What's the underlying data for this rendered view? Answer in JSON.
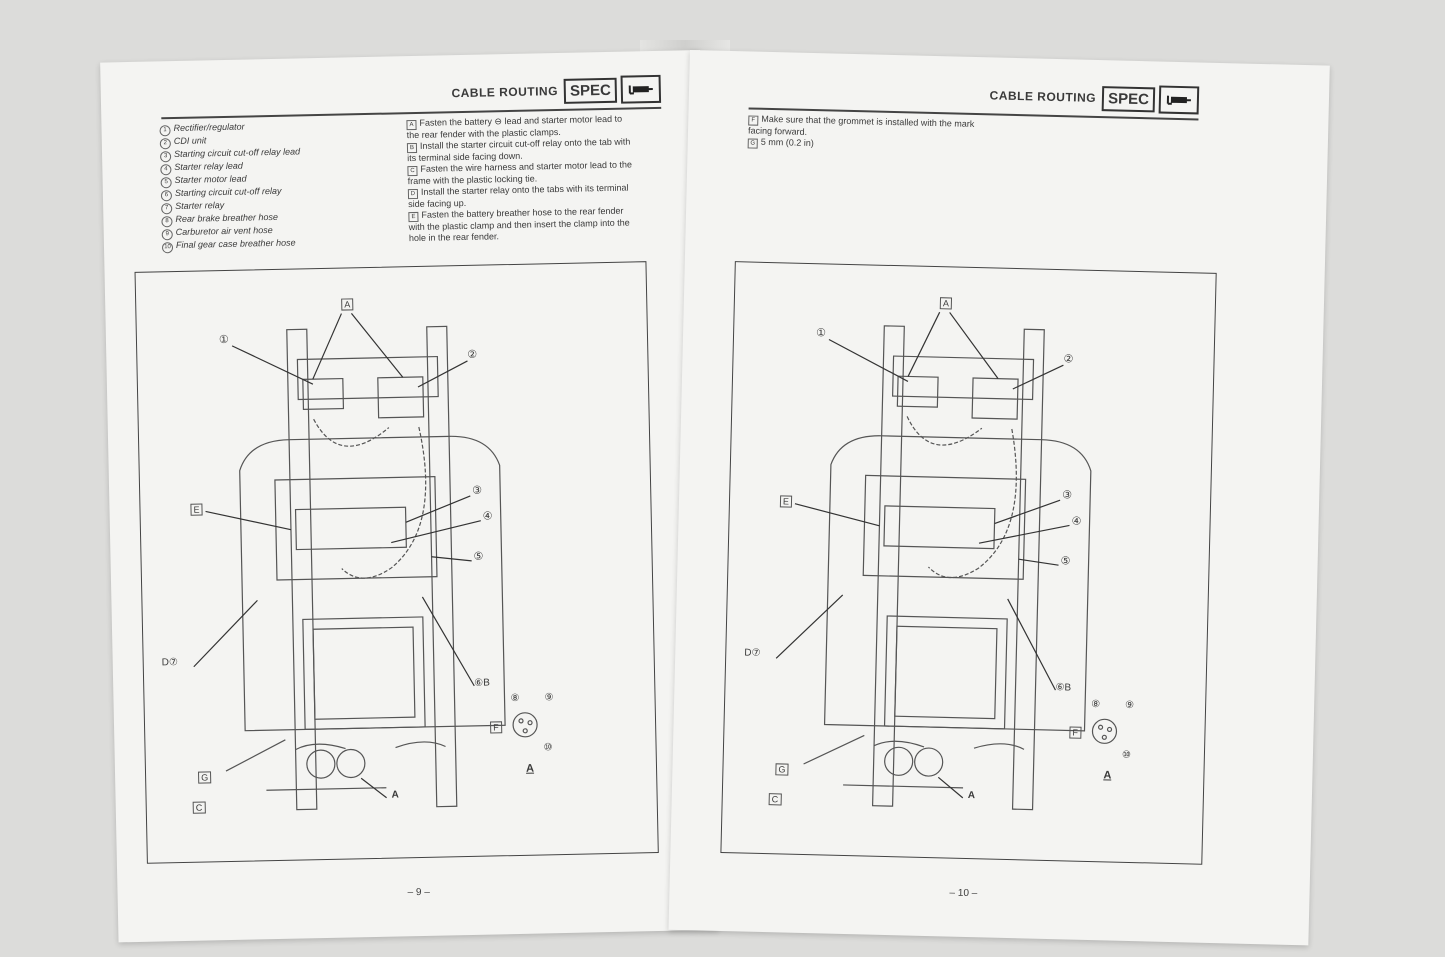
{
  "left_page": {
    "header_title": "CABLE ROUTING",
    "spec_label": "SPEC",
    "legend": [
      {
        "num": "1",
        "text": "Rectifier/regulator"
      },
      {
        "num": "2",
        "text": "CDI unit"
      },
      {
        "num": "3",
        "text": "Starting circuit cut-off relay lead"
      },
      {
        "num": "4",
        "text": "Starter relay lead"
      },
      {
        "num": "5",
        "text": "Starter motor lead"
      },
      {
        "num": "6",
        "text": "Starting circuit cut-off relay"
      },
      {
        "num": "7",
        "text": "Starter relay"
      },
      {
        "num": "8",
        "text": "Rear brake breather hose"
      },
      {
        "num": "9",
        "text": "Carburetor air vent hose"
      },
      {
        "num": "10",
        "text": "Final gear case breather hose"
      }
    ],
    "notes": [
      {
        "tag": "A",
        "text": "Fasten the battery ⊖ lead and starter motor lead to the rear fender with the plastic clamps."
      },
      {
        "tag": "B",
        "text": "Install the starter circuit cut-off relay onto the tab with its terminal side facing down."
      },
      {
        "tag": "C",
        "text": "Fasten the wire harness and starter motor lead to the frame with the plastic locking tie."
      },
      {
        "tag": "D",
        "text": "Install the starter relay onto the tabs with its terminal side facing up."
      },
      {
        "tag": "E",
        "text": "Fasten the battery breather hose to the rear fender with the plastic clamp and then insert the clamp into the hole in the rear fender."
      }
    ],
    "page_number": "– 9 –",
    "callouts": {
      "n1": "①",
      "n2": "②",
      "n3": "③",
      "n4": "④",
      "n5": "⑤",
      "n6b": "⑥B",
      "n7d": "D⑦",
      "e": "E",
      "a": "A",
      "g": "G",
      "c": "C",
      "f": "F",
      "n8": "⑧",
      "n9": "⑨",
      "n10": "⑩",
      "view": "A"
    }
  },
  "right_page": {
    "header_title": "CABLE ROUTING",
    "spec_label": "SPEC",
    "notes": [
      {
        "tag": "F",
        "text": "Make sure that the grommet is installed with the mark facing forward."
      },
      {
        "tag": "G",
        "text": "5 mm (0.2 in)"
      }
    ],
    "page_number": "– 10 –",
    "callouts": {
      "n1": "①",
      "n2": "②",
      "n3": "③",
      "n4": "④",
      "n5": "⑤",
      "n6b": "⑥B",
      "n7d": "D⑦",
      "e": "E",
      "a": "A",
      "g": "G",
      "c": "C",
      "f": "F",
      "n8": "⑧",
      "n9": "⑨",
      "n10": "⑩",
      "view": "A"
    }
  },
  "icon": "wrench-plug-icon"
}
